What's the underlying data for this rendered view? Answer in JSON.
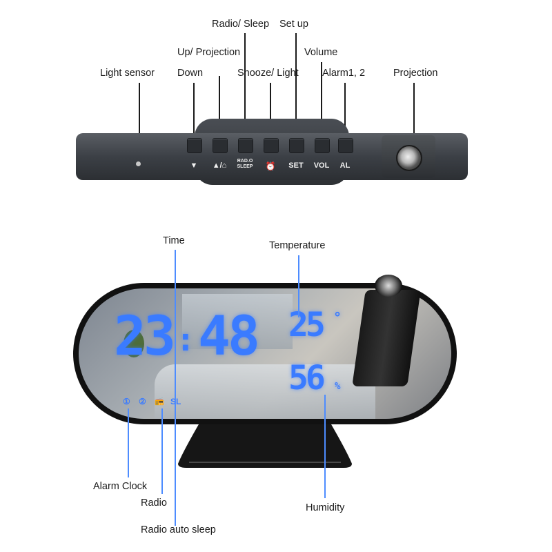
{
  "top_labels": {
    "radio_sleep": "Radio/ Sleep",
    "set_up": "Set up",
    "up_projection": "Up/ Projection",
    "volume": "Volume",
    "light_sensor": "Light sensor",
    "down": "Down",
    "snooze_light": "Shooze/ Light",
    "alarm": "Alarm1, 2",
    "projection": "Projection"
  },
  "top_buttons": {
    "down": "▼",
    "up": "▲/⌂",
    "radio_sleep_top": "RAD.O",
    "radio_sleep_bottom": "SLEEP",
    "set": "SET",
    "vol": "VOL",
    "al": "AL"
  },
  "bottom_labels": {
    "time": "Time",
    "temperature": "Temperature",
    "alarm_clock": "Alarm Clock",
    "radio": "Radio",
    "radio_auto_sleep": "Radio auto sleep",
    "humidity": "Humidity"
  },
  "display": {
    "hours": "23",
    "minutes": "48",
    "temperature": "25",
    "temp_unit": "°",
    "humidity": "56",
    "humidity_unit": "%",
    "status_alarm1": "①",
    "status_alarm2": "②",
    "status_radio": "📻",
    "status_sleep": "SL"
  },
  "colors": {
    "display": "#3a7bff",
    "device": "#2c2f33"
  }
}
